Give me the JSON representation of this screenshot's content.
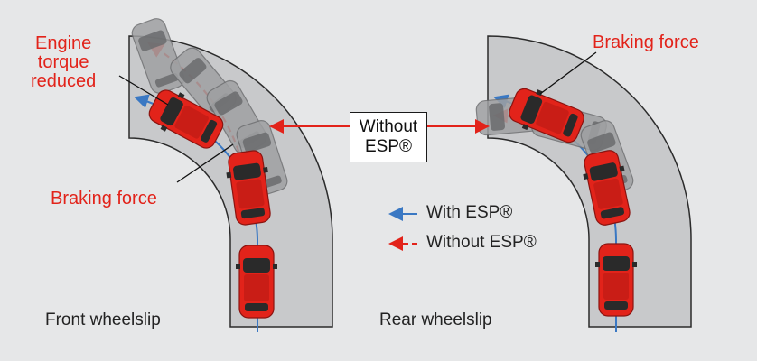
{
  "labels": {
    "engine_torque": [
      "Engine",
      "torque",
      "reduced"
    ],
    "braking_force_left": "Braking force",
    "braking_force_right": "Braking force",
    "without_esp_box": [
      "Without",
      "ESP®"
    ],
    "front_wheelslip": "Front wheelslip",
    "rear_wheelslip": "Rear wheelslip"
  },
  "legend": {
    "with_esp": "With ESP®",
    "without_esp": "Without ESP®"
  },
  "colors": {
    "background": "#e6e7e8",
    "road": "#c8c9cb",
    "car_red": "#e2231a",
    "ghost_car": "#9a9b9d",
    "with_esp_blue": "#3a78c3",
    "without_esp_red": "#e2231a"
  }
}
